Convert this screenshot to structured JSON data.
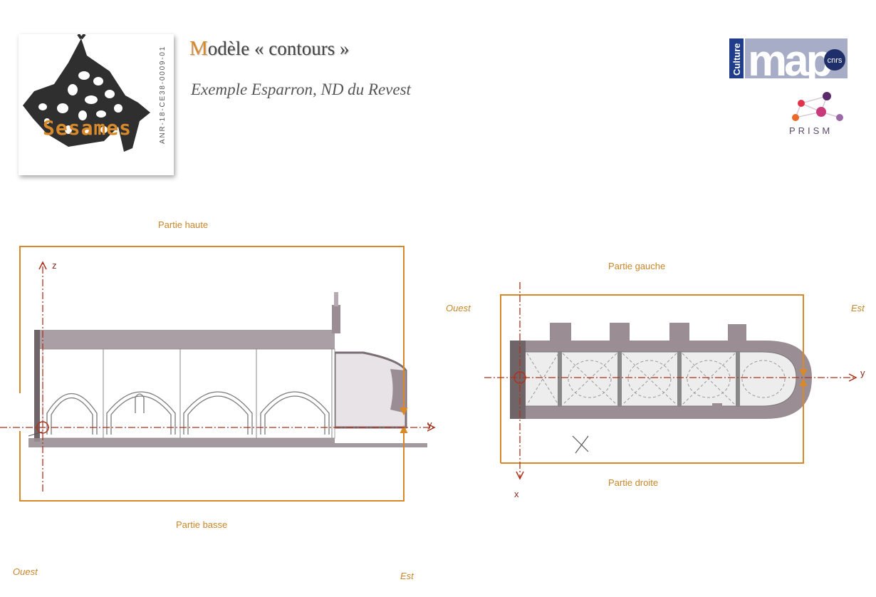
{
  "header": {
    "title_initial": "M",
    "title_rest": "odèle « contours »",
    "subtitle": "Exemple Esparron, ND du Revest"
  },
  "logo": {
    "wordmark": "Sesames",
    "grant_code": "ANR-18-CE38-0009-01"
  },
  "partner_logos": {
    "culture_text": "Culture",
    "map_text": "map",
    "cnrs_text": "cnrs",
    "prism_text": "PRISM"
  },
  "section_view": {
    "top_label": "Partie haute",
    "bottom_label": "Partie basse",
    "left_label": "Ouest",
    "right_label": "Est",
    "axis_vertical": "z",
    "axis_horizontal": "y"
  },
  "plan_view": {
    "top_label": "Partie gauche",
    "bottom_label": "Partie droite",
    "left_label": "Ouest",
    "right_label": "Est",
    "axis_vertical": "x",
    "axis_horizontal": "y"
  },
  "colors": {
    "frame": "#d88a2a",
    "axis": "#b0311a",
    "wall": "#9a8e94",
    "label": "#c9862a"
  }
}
